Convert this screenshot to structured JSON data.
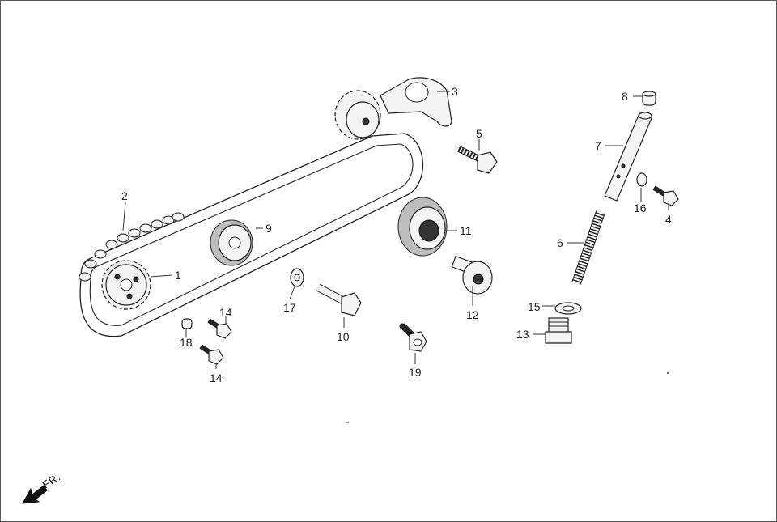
{
  "callouts": [
    {
      "id": "1",
      "text": "1"
    },
    {
      "id": "2",
      "text": "2"
    },
    {
      "id": "3",
      "text": "3"
    },
    {
      "id": "4",
      "text": "4"
    },
    {
      "id": "5",
      "text": "5"
    },
    {
      "id": "6",
      "text": "6"
    },
    {
      "id": "7",
      "text": "7"
    },
    {
      "id": "8",
      "text": "8"
    },
    {
      "id": "9",
      "text": "9"
    },
    {
      "id": "10",
      "text": "10"
    },
    {
      "id": "11",
      "text": "11"
    },
    {
      "id": "12",
      "text": "12"
    },
    {
      "id": "13",
      "text": "13"
    },
    {
      "id": "14a",
      "text": "14"
    },
    {
      "id": "14b",
      "text": "14"
    },
    {
      "id": "15",
      "text": "15"
    },
    {
      "id": "16",
      "text": "16"
    },
    {
      "id": "17",
      "text": "17"
    },
    {
      "id": "18",
      "text": "18"
    },
    {
      "id": "19",
      "text": "19"
    }
  ],
  "direction_label": "FR.",
  "colors": {
    "line": "#222222",
    "background": "#ffffff",
    "part_fill": "#f4f4f4"
  }
}
